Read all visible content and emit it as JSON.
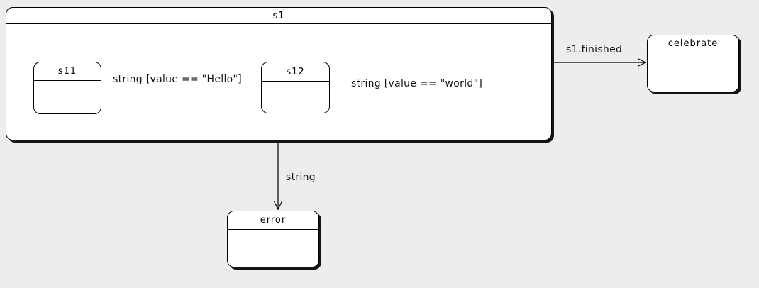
{
  "diagram": {
    "type": "uml-statechart",
    "colors": {
      "background": "#ededed",
      "state_fill": "#ffffff",
      "border": "#000000",
      "shadow": "#141414"
    }
  },
  "states": {
    "s1": {
      "label": "s1",
      "kind": "composite"
    },
    "s11": {
      "label": "s11",
      "kind": "simple"
    },
    "s12": {
      "label": "s12",
      "kind": "simple"
    },
    "celebrate": {
      "label": "celebrate",
      "kind": "simple"
    },
    "error": {
      "label": "error",
      "kind": "simple"
    },
    "initial": {
      "kind": "initial-pseudostate"
    },
    "final": {
      "kind": "final-state"
    }
  },
  "transitions": {
    "initial_to_s11": {
      "from": "initial",
      "to": "s11",
      "label": ""
    },
    "s11_to_s12": {
      "from": "s11",
      "to": "s12",
      "label": "string [value == \"Hello\"]"
    },
    "s12_to_final": {
      "from": "s12",
      "to": "final",
      "label": "string [value == \"world\"]"
    },
    "s1_to_celebrate": {
      "from": "s1",
      "to": "celebrate",
      "label": "s1.finished"
    },
    "s1_to_error": {
      "from": "s1",
      "to": "error",
      "label": "string"
    }
  }
}
